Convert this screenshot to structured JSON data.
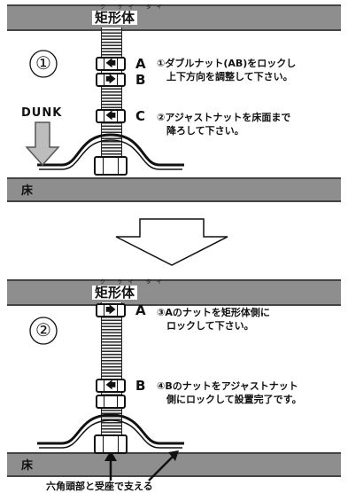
{
  "panel1": {
    "step": "①",
    "body_label": "矩形体",
    "body_ruby": "ク ケイ タイ",
    "floor_label": "床",
    "dunk_label": "DUNK",
    "nuts": [
      {
        "letter": "A",
        "arrow": "🡄"
      },
      {
        "letter": "B",
        "arrow": "🡆"
      },
      {
        "letter": "C",
        "arrow": "🡄"
      }
    ],
    "instructions": [
      "①ダブルナット(AB)をロックし\n　上下方向を調整して下さい。",
      "②アジャストナットを床面まで\n　降ろして下さい。"
    ]
  },
  "panel2": {
    "step": "②",
    "body_label": "矩形体",
    "body_ruby": "ク ケイ タイ",
    "floor_label": "床",
    "nuts": [
      {
        "letter": "A",
        "arrow": "🡆"
      },
      {
        "letter": "B",
        "arrow": "🡄"
      }
    ],
    "instructions": [
      "③Aのナットを矩形体側に\n　ロックして下さい。",
      "④Bのナットをアジャストナット\n　側にロックして設置完了です。"
    ],
    "caption": "六角頭部と受座で支える"
  }
}
